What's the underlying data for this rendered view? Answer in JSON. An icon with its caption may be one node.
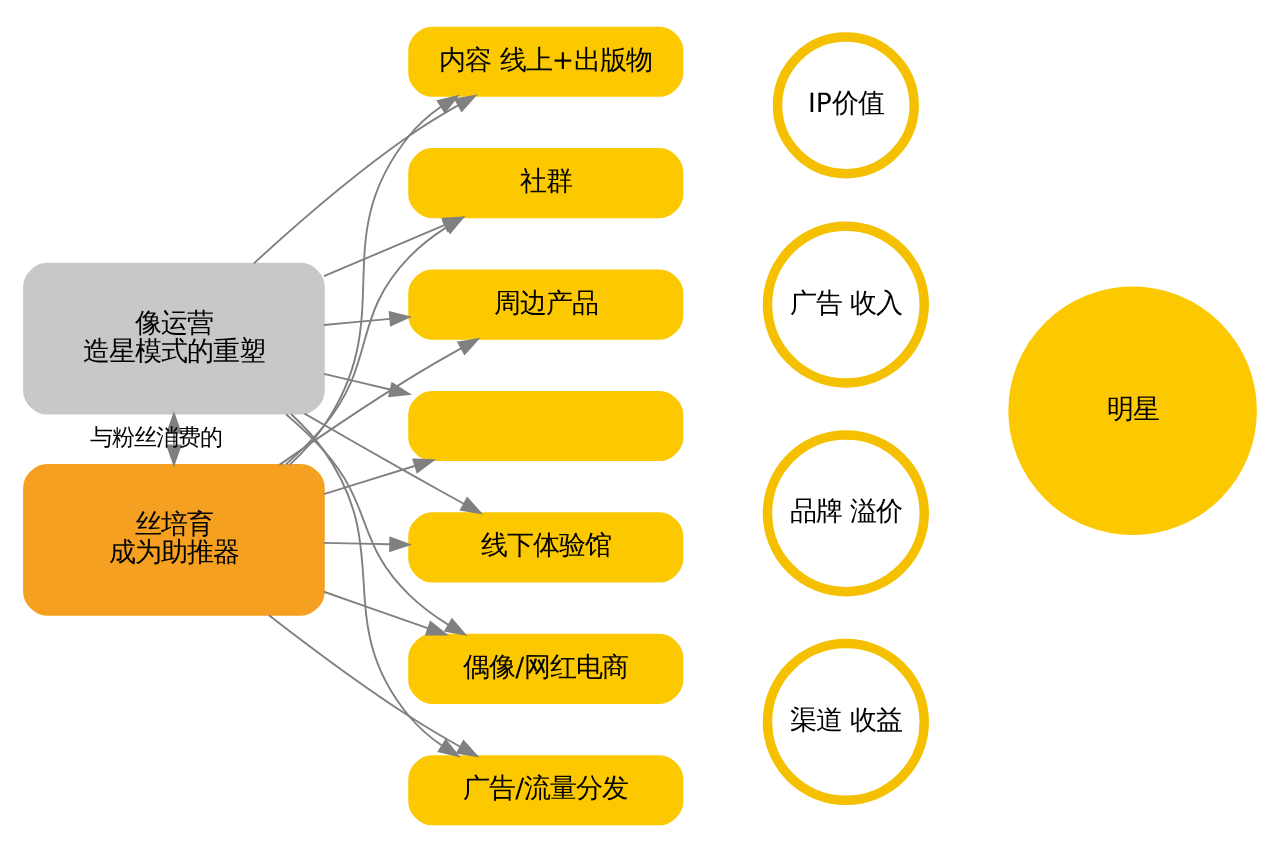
{
  "diagram": {
    "nodes": [
      {
        "text": [
          "像运营",
          "造星模式的重塑"
        ]
      },
      {
        "text": [
          "丝培育",
          "成为助推器"
        ]
      },
      {
        "text": [
          "内容 线上+出版物"
        ]
      },
      {
        "text": [
          "社群"
        ]
      },
      {
        "text": [
          "周边产品"
        ]
      },
      {
        "text": [],
        "shape": "box"
      },
      {
        "text": [
          "线下体验馆"
        ]
      },
      {
        "text": [
          "偶像/网红电商"
        ]
      },
      {
        "text": [
          "广告/流量分发"
        ]
      },
      {
        "text": [
          "IP价值"
        ]
      },
      {
        "text": [
          "广告 收入"
        ]
      },
      {
        "text": [
          "品牌 溢价"
        ]
      },
      {
        "text": [
          "渠道 收益"
        ]
      },
      {
        "text": [
          "明星"
        ]
      }
    ],
    "edges": [
      {
        "from": 0,
        "to": 1,
        "arrow": "both",
        "label": "与粉丝消费的"
      },
      {
        "from": 0,
        "to": 2,
        "arrow": "to"
      },
      {
        "from": 0,
        "to": 3,
        "arrow": "to"
      },
      {
        "from": 0,
        "to": 4,
        "arrow": "to"
      },
      {
        "from": 0,
        "to": 5,
        "arrow": "to"
      },
      {
        "from": 0,
        "to": 6,
        "arrow": "to"
      },
      {
        "from": 0,
        "to": 7,
        "arrow": "to"
      },
      {
        "from": 0,
        "to": 8,
        "arrow": "to"
      },
      {
        "from": 1,
        "to": 2,
        "arrow": "to"
      },
      {
        "from": 1,
        "to": 3,
        "arrow": "to"
      },
      {
        "from": 1,
        "to": 4,
        "arrow": "to"
      },
      {
        "from": 1,
        "to": 5,
        "arrow": "to"
      },
      {
        "from": 1,
        "to": 6,
        "arrow": "to"
      },
      {
        "from": 1,
        "to": 7,
        "arrow": "to"
      },
      {
        "from": 1,
        "to": 8,
        "arrow": "to"
      }
    ]
  }
}
